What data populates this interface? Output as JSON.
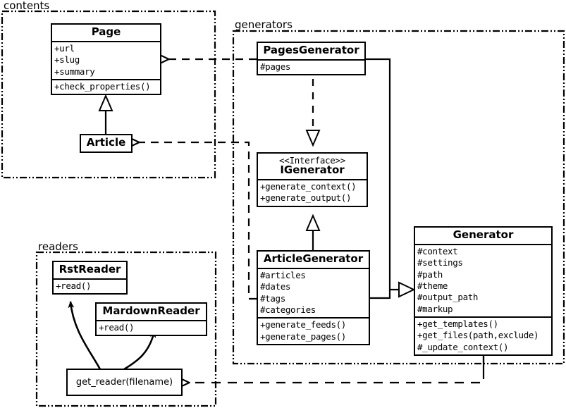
{
  "diagram": {
    "title": "Pelican architecture UML class diagram",
    "stroke_color": "#000000",
    "background_color": "#ffffff"
  },
  "packages": [
    {
      "id": "contents",
      "label": "contents"
    },
    {
      "id": "generators",
      "label": "generators"
    },
    {
      "id": "readers",
      "label": "readers"
    }
  ],
  "classes": {
    "page": {
      "name": "Page",
      "attributes": [
        "+url",
        "+slug",
        "+summary"
      ],
      "operations": [
        "+check_properties()"
      ]
    },
    "article": {
      "name": "Article",
      "attributes": [],
      "operations": []
    },
    "pages_generator": {
      "name": "PagesGenerator",
      "attributes": [
        "#pages"
      ],
      "operations": []
    },
    "igenerator": {
      "stereotype": "<<Interface>>",
      "name": "IGenerator",
      "attributes": [],
      "operations": [
        "+generate_context()",
        "+generate_output()"
      ]
    },
    "article_generator": {
      "name": "ArticleGenerator",
      "attributes": [
        "#articles",
        "#dates",
        "#tags",
        "#categories"
      ],
      "operations": [
        "+generate_feeds()",
        "+generate_pages()"
      ]
    },
    "generator": {
      "name": "Generator",
      "attributes": [
        "#context",
        "#settings",
        "#path",
        "#theme",
        "#output_path",
        "#markup"
      ],
      "operations": [
        "+get_templates()",
        "+get_files(path,exclude)",
        "#_update_context()"
      ]
    },
    "rst_reader": {
      "name": "RstReader",
      "attributes": [],
      "operations": [
        "+read()"
      ]
    },
    "mardown_reader": {
      "name": "MardownReader",
      "attributes": [],
      "operations": [
        "+read()"
      ]
    },
    "get_reader": {
      "name": "get_reader(filename)"
    }
  },
  "relationships": [
    {
      "id": "pagesgen-uses-page",
      "from": "PagesGenerator",
      "to": "Page",
      "type": "dependency",
      "arrow": "open"
    },
    {
      "id": "articlegen-uses-article",
      "from": "ArticleGenerator",
      "to": "Article",
      "type": "dependency",
      "arrow": "open"
    },
    {
      "id": "article-extends-page",
      "from": "Article",
      "to": "Page",
      "type": "generalization",
      "arrow": "hollow-triangle"
    },
    {
      "id": "pagesgen-realizes-igen",
      "from": "PagesGenerator",
      "to": "IGenerator",
      "type": "realization",
      "arrow": "hollow-triangle"
    },
    {
      "id": "articlegen-realizes-igen",
      "from": "ArticleGenerator",
      "to": "IGenerator",
      "type": "realization",
      "arrow": "hollow-triangle"
    },
    {
      "id": "pagesgen-extends-generator",
      "from": "PagesGenerator",
      "to": "Generator",
      "type": "generalization",
      "arrow": "hollow-triangle"
    },
    {
      "id": "articlegen-extends-generator",
      "from": "ArticleGenerator",
      "to": "Generator",
      "type": "generalization",
      "arrow": "hollow-triangle"
    },
    {
      "id": "generator-uses-getreader",
      "from": "Generator",
      "to": "get_reader(filename)",
      "type": "dependency",
      "arrow": "open"
    },
    {
      "id": "getreader-returns-rst",
      "from": "get_reader(filename)",
      "to": "RstReader",
      "type": "association",
      "arrow": "solid"
    },
    {
      "id": "getreader-returns-markdown",
      "from": "get_reader(filename)",
      "to": "MardownReader",
      "type": "association",
      "arrow": "solid"
    }
  ]
}
